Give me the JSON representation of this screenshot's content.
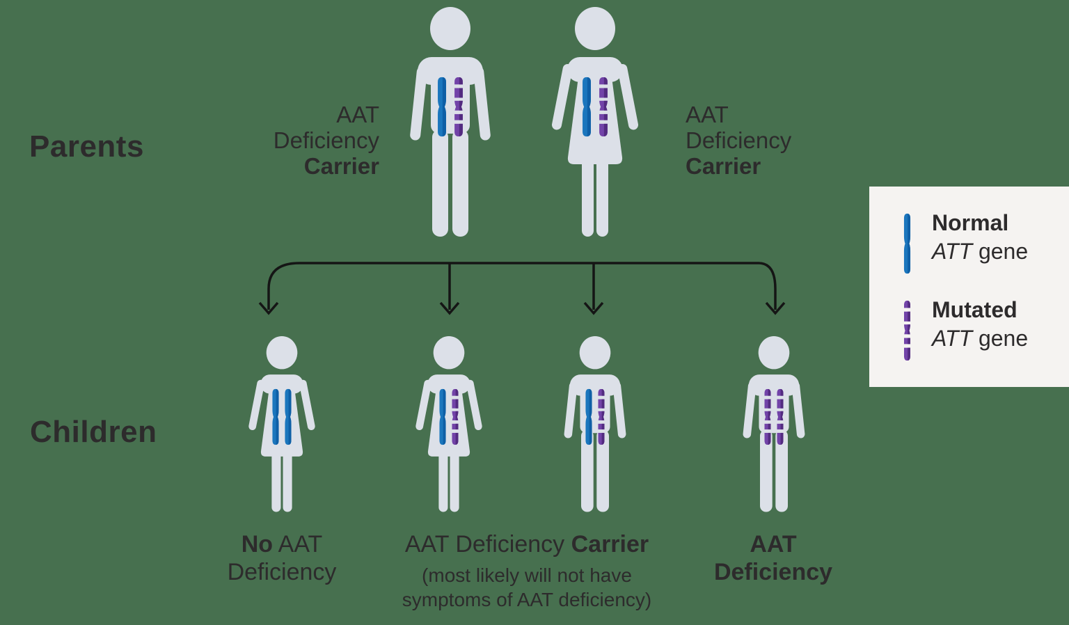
{
  "colors": {
    "background": "#47704F",
    "figure": "#DCE0E8",
    "normal_gene": "#1B76BD",
    "normal_gene_dark": "#0E5FA6",
    "mutated_gene": "#7243A8",
    "mutated_gene_dark": "#532B80",
    "text": "#2D2B2C",
    "arrow": "#151515",
    "legend_background": "#F5F3F1"
  },
  "row_labels": {
    "parents": "Parents",
    "children": "Children"
  },
  "parent_left_label": {
    "line1": "AAT",
    "line2": "Deficiency",
    "line3": "Carrier"
  },
  "parent_right_label": {
    "line1": "AAT",
    "line2": "Deficiency",
    "line3": "Carrier"
  },
  "figures": {
    "parents": [
      {
        "role": "father",
        "sex": "male",
        "genotype": [
          "normal",
          "mutated"
        ]
      },
      {
        "role": "mother",
        "sex": "female",
        "genotype": [
          "normal",
          "mutated"
        ]
      }
    ],
    "children": [
      {
        "sex": "female",
        "genotype": [
          "normal",
          "normal"
        ]
      },
      {
        "sex": "female",
        "genotype": [
          "normal",
          "mutated"
        ]
      },
      {
        "sex": "male",
        "genotype": [
          "normal",
          "mutated"
        ]
      },
      {
        "sex": "male",
        "genotype": [
          "mutated",
          "mutated"
        ]
      }
    ]
  },
  "captions": {
    "no_aat": {
      "line1_bold": "No",
      "line1_rest": " AAT",
      "line2": "Deficiency"
    },
    "carrier": {
      "line1_rest": "AAT Deficiency ",
      "line1_bold": "Carrier",
      "note_line1": "(most likely will not have",
      "note_line2": "symptoms of AAT deficiency)"
    },
    "aat_deficiency": {
      "line1": "AAT",
      "line2": "Deficiency"
    }
  },
  "legend": {
    "items": [
      {
        "type": "normal",
        "title": "Normal",
        "gene_italic": "ATT",
        "gene_rest": " gene"
      },
      {
        "type": "mutated",
        "title": "Mutated",
        "gene_italic": "ATT",
        "gene_rest": " gene"
      }
    ]
  }
}
